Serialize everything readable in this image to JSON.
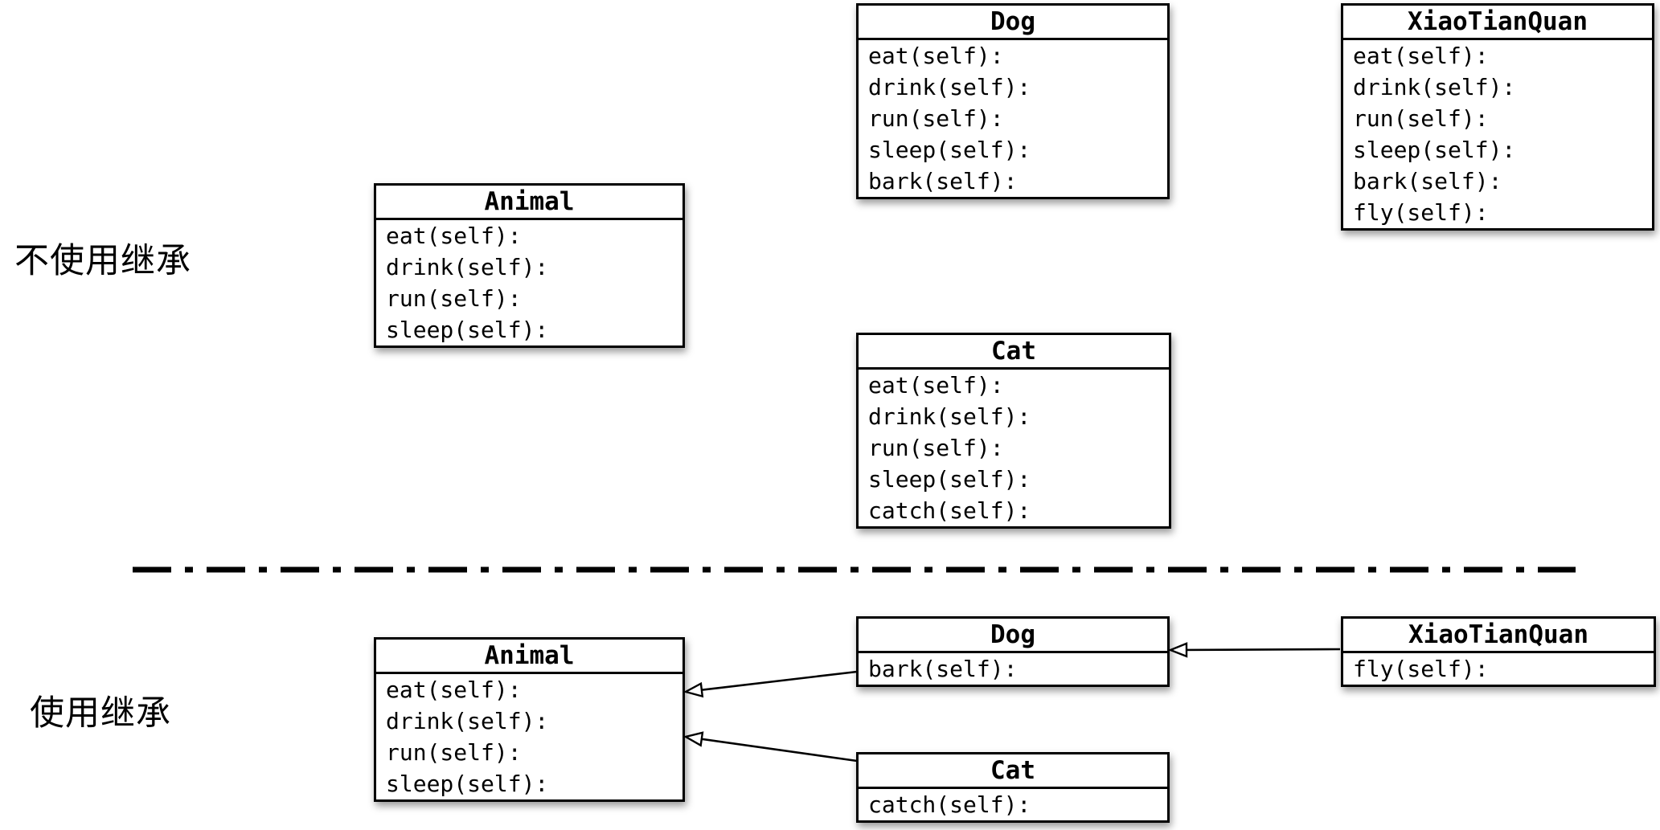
{
  "labels": {
    "no_inheritance": "不使用继承",
    "with_inheritance": "使用继承"
  },
  "top_section": {
    "animal": {
      "name": "Animal",
      "methods": [
        "eat(self):",
        "drink(self):",
        "run(self):",
        "sleep(self):"
      ]
    },
    "dog": {
      "name": "Dog",
      "methods": [
        "eat(self):",
        "drink(self):",
        "run(self):",
        "sleep(self):",
        "bark(self):"
      ]
    },
    "xiaotianquan": {
      "name": "XiaoTianQuan",
      "methods": [
        "eat(self):",
        "drink(self):",
        "run(self):",
        "sleep(self):",
        "bark(self):",
        "fly(self):"
      ]
    },
    "cat": {
      "name": "Cat",
      "methods": [
        "eat(self):",
        "drink(self):",
        "run(self):",
        "sleep(self):",
        "catch(self):"
      ]
    }
  },
  "bottom_section": {
    "animal": {
      "name": "Animal",
      "methods": [
        "eat(self):",
        "drink(self):",
        "run(self):",
        "sleep(self):"
      ]
    },
    "dog": {
      "name": "Dog",
      "methods": [
        "bark(self):"
      ]
    },
    "xiaotianquan": {
      "name": "XiaoTianQuan",
      "methods": [
        "fly(self):"
      ]
    },
    "cat": {
      "name": "Cat",
      "methods": [
        "catch(self):"
      ]
    },
    "inheritance_arrows": [
      {
        "from": "Dog",
        "to": "Animal"
      },
      {
        "from": "Cat",
        "to": "Animal"
      },
      {
        "from": "XiaoTianQuan",
        "to": "Dog"
      }
    ]
  },
  "colors": {
    "background": "#ffffff",
    "box_fill": "#ffffff",
    "line": "#000000",
    "text": "#000000"
  }
}
